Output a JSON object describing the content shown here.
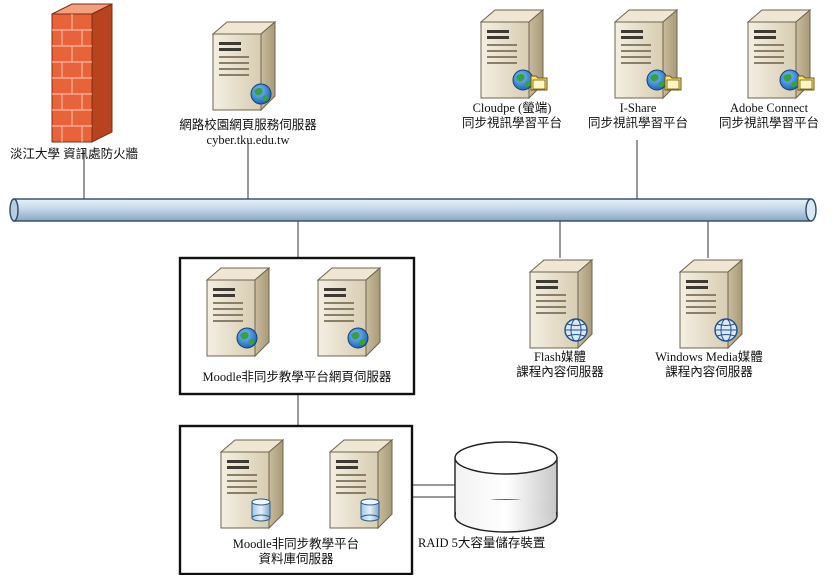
{
  "nodes": {
    "firewall": {
      "label": "淡江大學 資訊處防火牆"
    },
    "web_server": {
      "line1": "網路校園網頁服務伺服器",
      "line2": "cyber.tku.edu.tw"
    },
    "cloudpe": {
      "line1": "Cloudpe (螢端)",
      "line2": "同步視訊學習平台"
    },
    "ishare": {
      "line1": "I-Share",
      "line2": "同步視訊學習平台"
    },
    "adobe": {
      "line1": "Adobe Connect",
      "line2": "同步視訊學習平台"
    },
    "moodle_web": {
      "label": "Moodle非同步教學平台網頁伺服器"
    },
    "flash": {
      "line1": "Flash媒體",
      "line2": "課程內容伺服器"
    },
    "wmedia": {
      "line1": "Windows Media媒體",
      "line2": "課程內容伺服器"
    },
    "moodle_db": {
      "line1": "Moodle非同步教學平台",
      "line2": "資料庫伺服器"
    },
    "raid": {
      "label": "RAID 5大容量儲存裝置"
    }
  },
  "colors": {
    "backbone_fill": "#c9daea",
    "backbone_stroke": "#2e4a66",
    "firewall_brick": "#e8623a",
    "server_body": "#e6dcc4",
    "globe": "#2f7fd0",
    "globe_land": "#3aa142"
  },
  "icons": [
    "firewall-icon",
    "server-icon",
    "globe-icon",
    "folder-icon",
    "database-icon",
    "storage-cylinder-icon"
  ]
}
